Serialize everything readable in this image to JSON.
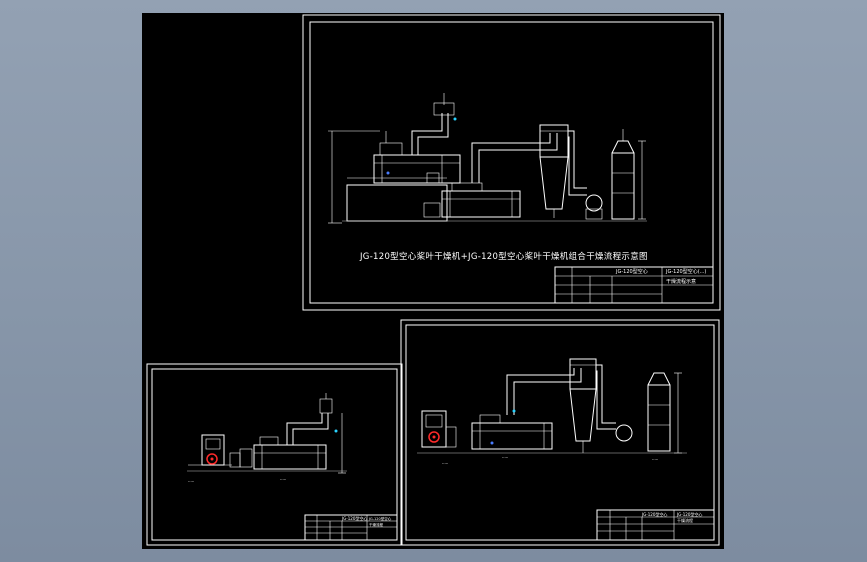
{
  "drawing": {
    "main_title": "JG-120型空心桨叶干燥机+JG-120型空心桨叶干燥机组合干燥流程示意图",
    "sheets": [
      {
        "id": "top",
        "title_block": {
          "field_a": "JG-120型空心",
          "field_b": "JG-120型空心(...)",
          "field_c": "干燥流程示意"
        }
      },
      {
        "id": "bottom-left",
        "title_block": {
          "field_a": "JG-120型空心",
          "field_b": "JG-120型空心",
          "field_c": "干燥流程"
        }
      },
      {
        "id": "bottom-right",
        "title_block": {
          "field_a": "JG-120型空心",
          "field_b": "JG-120型空心",
          "field_c": "干燥流程"
        }
      }
    ]
  },
  "colors": {
    "background": "#8796a9",
    "canvas": "#000000",
    "lines": "#ffffff",
    "accent_red": "#ff2a2a",
    "accent_blue": "#4a7dff",
    "accent_cyan": "#29d3ff"
  }
}
